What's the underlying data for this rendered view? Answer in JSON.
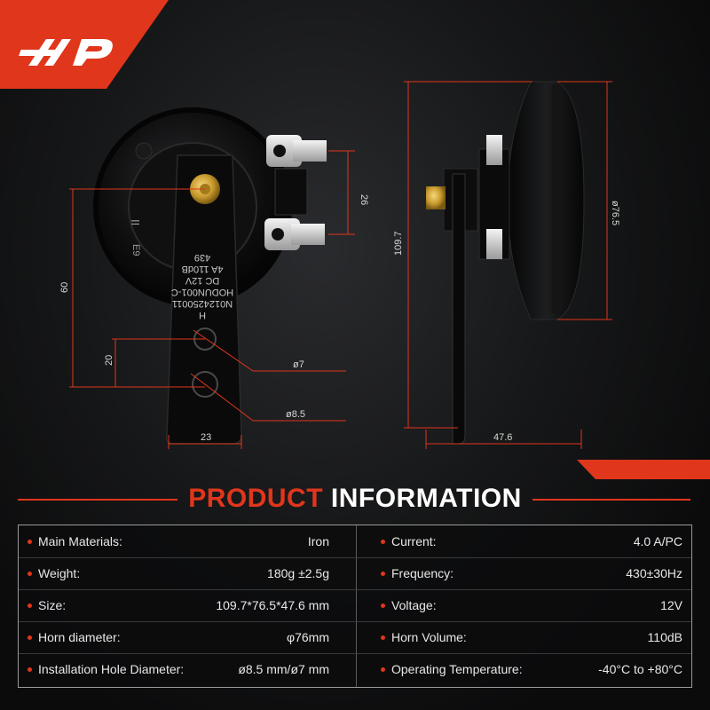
{
  "brand": {
    "logo_text": "A-P",
    "accent": "#e0361c"
  },
  "diagram": {
    "dim_26": "26",
    "dim_60": "60",
    "dim_20": "20",
    "dim_23": "23",
    "dim_phi7": "ø7",
    "dim_phi85": "ø8.5",
    "dim_1097": "109.7",
    "dim_765": "ø76.5",
    "dim_476": "47.6",
    "bracket_text": [
      "H",
      "N0124250011",
      "HODUN001-C",
      "DC  12V",
      "4A  110dB",
      "439"
    ],
    "horn_text": [
      "II",
      "E9"
    ]
  },
  "heading": {
    "part1": "PRODUCT",
    "part2": "INFORMATION"
  },
  "specs": {
    "left": [
      {
        "label": "Main Materials:",
        "value": "Iron"
      },
      {
        "label": "Weight:",
        "value": "180g ±2.5g"
      },
      {
        "label": "Size:",
        "value": "109.7*76.5*47.6 mm"
      },
      {
        "label": "Horn diameter:",
        "value": "φ76mm"
      },
      {
        "label": "Installation Hole Diameter:",
        "value": "ø8.5 mm/ø7 mm"
      }
    ],
    "right": [
      {
        "label": "Current:",
        "value": "4.0 A/PC"
      },
      {
        "label": "Frequency:",
        "value": "430±30Hz"
      },
      {
        "label": "Voltage:",
        "value": "12V"
      },
      {
        "label": "Horn Volume:",
        "value": "110dB"
      },
      {
        "label": "Operating Temperature:",
        "value": "-40°C to +80°C"
      }
    ]
  }
}
